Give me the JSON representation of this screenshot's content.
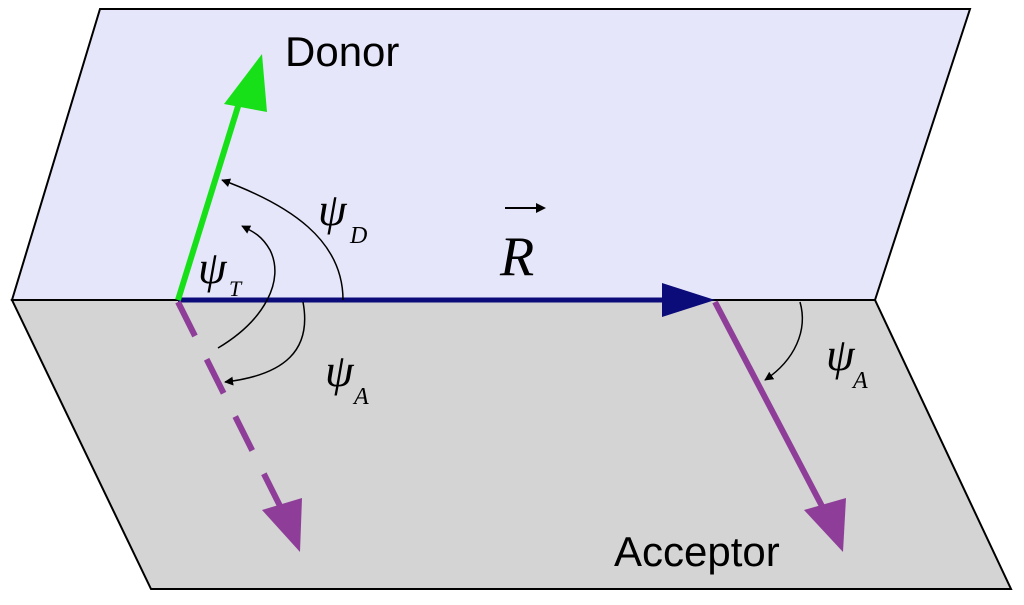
{
  "labels": {
    "donor": "Donor",
    "acceptor": "Acceptor",
    "r_vector": "R",
    "psi_d": "ψ",
    "psi_d_sub": "D",
    "psi_t": "ψ",
    "psi_t_sub": "T",
    "psi_a_left": "ψ",
    "psi_a_left_sub": "A",
    "psi_a_right": "ψ",
    "psi_a_right_sub": "A"
  },
  "colors": {
    "upper_plane": "#e6e6fa",
    "lower_plane": "#d4d4d4",
    "plane_edge": "#000000",
    "donor_vector": "#18e018",
    "acceptor_vector": "#8e3e98",
    "r_vector": "#0b0b7a",
    "text": "#000000"
  }
}
